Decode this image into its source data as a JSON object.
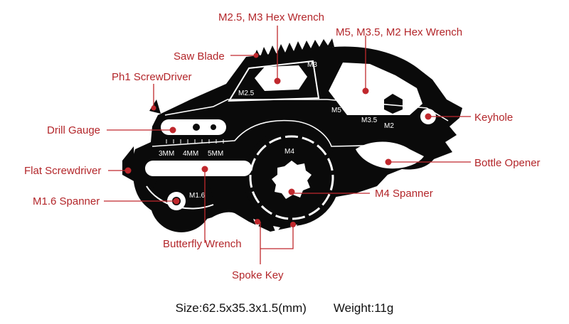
{
  "callouts": {
    "hex_m25_m3": "M2.5, M3 Hex Wrench",
    "hex_m5_m35_m2": "M5, M3.5, M2 Hex Wrench",
    "saw_blade": "Saw Blade",
    "ph1_screwdriver": "Ph1 ScrewDriver",
    "drill_gauge": "Drill Gauge",
    "flat_screwdriver": "Flat Screwdriver",
    "m16_spanner": "M1.6 Spanner",
    "butterfly_wrench": "Butterfly Wrench",
    "spoke_key": "Spoke Key",
    "keyhole": "Keyhole",
    "bottle_opener": "Bottle Opener",
    "m4_spanner": "M4 Spanner"
  },
  "engravings": {
    "m3": "M3",
    "m25": "M2.5",
    "m5": "M5",
    "m35": "M3.5",
    "m2": "M2",
    "mm3": "3MM",
    "mm4": "4MM",
    "mm5": "5MM",
    "m4": "M4",
    "m16": "M1.6"
  },
  "footer": {
    "size": "Size:62.5x35.3x1.5(mm)",
    "weight": "Weight:11g"
  },
  "colors": {
    "accent": "#c0282d",
    "tool_body": "#0a0a0a"
  }
}
